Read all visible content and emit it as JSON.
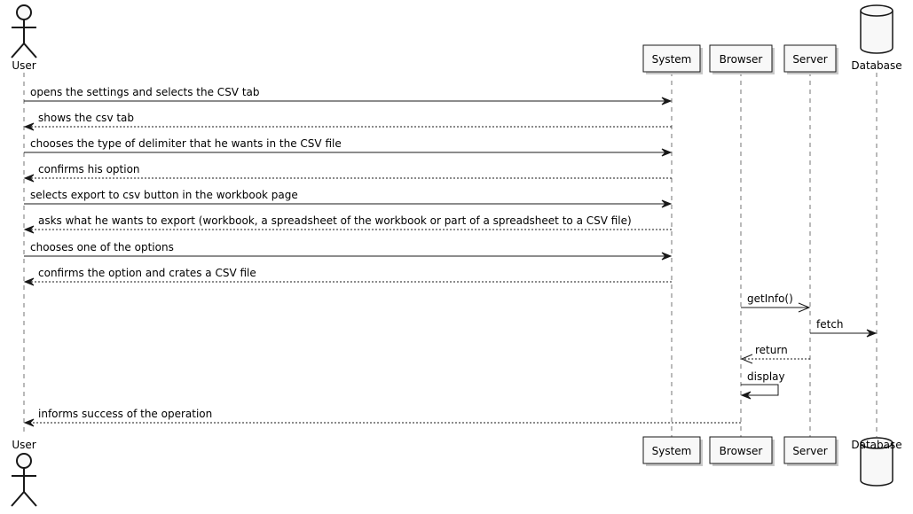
{
  "participants": [
    {
      "id": "user",
      "label": "User",
      "kind": "actor"
    },
    {
      "id": "system",
      "label": "System",
      "kind": "participant"
    },
    {
      "id": "browser",
      "label": "Browser",
      "kind": "participant"
    },
    {
      "id": "server",
      "label": "Server",
      "kind": "participant"
    },
    {
      "id": "database",
      "label": "Database",
      "kind": "database"
    }
  ],
  "messages": [
    {
      "from": "user",
      "to": "system",
      "label": "opens the settings and selects the CSV tab",
      "style": "solid"
    },
    {
      "from": "system",
      "to": "user",
      "label": "shows the csv tab",
      "style": "dashed"
    },
    {
      "from": "user",
      "to": "system",
      "label": "chooses the type of delimiter that he wants in the CSV file",
      "style": "solid"
    },
    {
      "from": "system",
      "to": "user",
      "label": "confirms his option",
      "style": "dashed"
    },
    {
      "from": "user",
      "to": "system",
      "label": "selects export to csv button in the workbook page",
      "style": "solid"
    },
    {
      "from": "system",
      "to": "user",
      "label": "asks what he wants to export (workbook, a spreadsheet of the workbook or part of a spreadsheet to a CSV file)",
      "style": "dashed"
    },
    {
      "from": "user",
      "to": "system",
      "label": "chooses one of the options",
      "style": "solid"
    },
    {
      "from": "system",
      "to": "user",
      "label": "confirms the option and crates a CSV file",
      "style": "dashed"
    },
    {
      "from": "browser",
      "to": "server",
      "label": "getInfo()",
      "style": "async"
    },
    {
      "from": "server",
      "to": "database",
      "label": "fetch",
      "style": "solid"
    },
    {
      "from": "server",
      "to": "browser",
      "label": "return",
      "style": "dashed-open"
    },
    {
      "from": "browser",
      "to": "browser",
      "label": "display",
      "style": "self"
    },
    {
      "from": "browser",
      "to": "user",
      "label": "informs success of the operation",
      "style": "dashed"
    }
  ]
}
